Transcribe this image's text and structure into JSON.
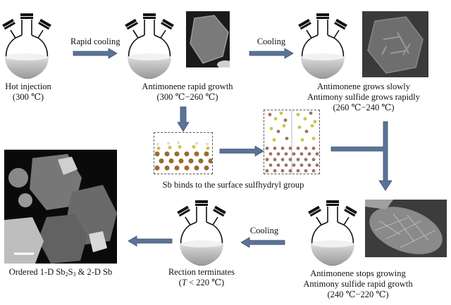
{
  "colors": {
    "arrow_fill": "#5b7397",
    "arrow_stroke": "#3d5070",
    "flask_liquid": "#a8a8a8",
    "sb_atom": "#9a6a32",
    "s_atom": "#c8c64a",
    "sb2s3_atom": "#a27266"
  },
  "steps": {
    "hot_injection": {
      "line1": "Hot injection",
      "line2": "(300 ℃)"
    },
    "rapid_cooling_arrow": "Rapid cooling",
    "rapid_growth": {
      "line1": "Antimonene rapid growth",
      "line2": "(300 ℃−260 ℃)"
    },
    "cooling_arrow_1": "Cooling",
    "grows_slowly": {
      "line1": "Antimonene grows slowly",
      "line2": "Antimony sulfide grows rapidly",
      "line3": "(260 ℃−240 ℃)"
    },
    "sb_binds": "Sb binds to the surface sulfhydryl group",
    "stops_growing": {
      "line1": "Antimonene stops growing",
      "line2": "Antimony sulfide rapid growth",
      "line3": "(240 ℃−220 ℃)"
    },
    "cooling_arrow_2": "Cooling",
    "terminates": {
      "line1": "Rection terminates",
      "line2_italic": "T",
      "line2_rest": " < 220 ℃)",
      "line2_open": "("
    },
    "ordered": {
      "prefix": "Ordered 1-D Sb",
      "sub1": "2",
      "mid": "S",
      "sub2": "3",
      "suffix": " & 2-D Sb"
    }
  }
}
